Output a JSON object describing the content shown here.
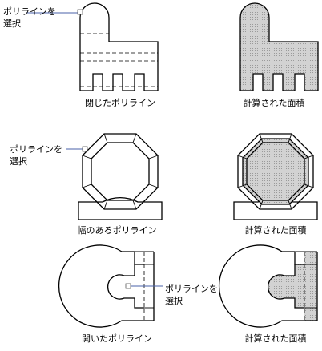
{
  "captions": {
    "closed": "閉じたポリライン",
    "closed_area": "計算された面積",
    "wide": "幅のあるポリライン",
    "wide_area": "計算された面積",
    "open": "開いたポリライン",
    "open_area": "計算された面積"
  },
  "callouts": {
    "select_line1": "ポリラインを",
    "select_line2": "選択"
  },
  "colors": {
    "leader": "#4a62a8",
    "fill": "#c8c8c8",
    "stroke": "#000000"
  }
}
